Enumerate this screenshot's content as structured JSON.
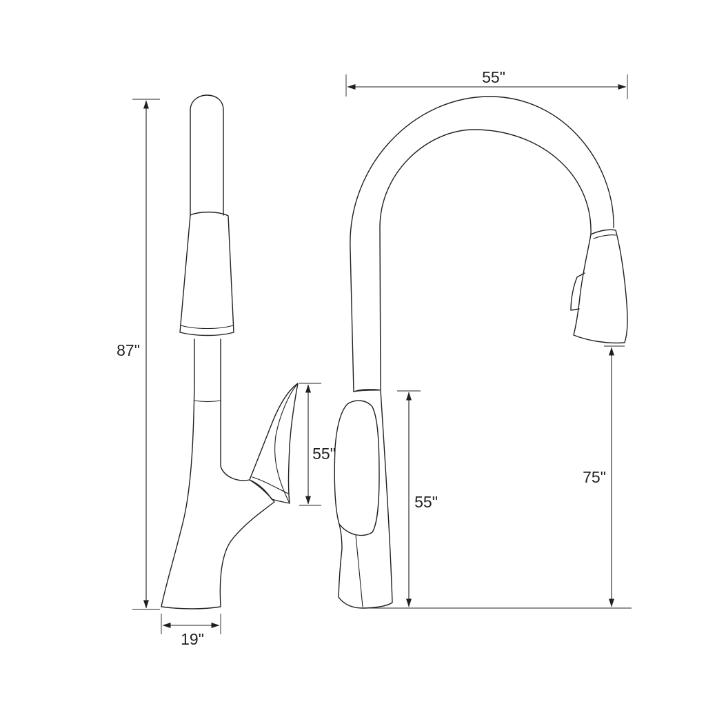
{
  "dimensions": {
    "side_total_height": "87\"",
    "side_base_width": "19\"",
    "side_handle_height": "55\"",
    "front_spout_reach": "55\"",
    "front_body_height": "55\"",
    "front_spout_clearance": "75\""
  },
  "colors": {
    "line": "#231f20",
    "background": "#ffffff"
  }
}
